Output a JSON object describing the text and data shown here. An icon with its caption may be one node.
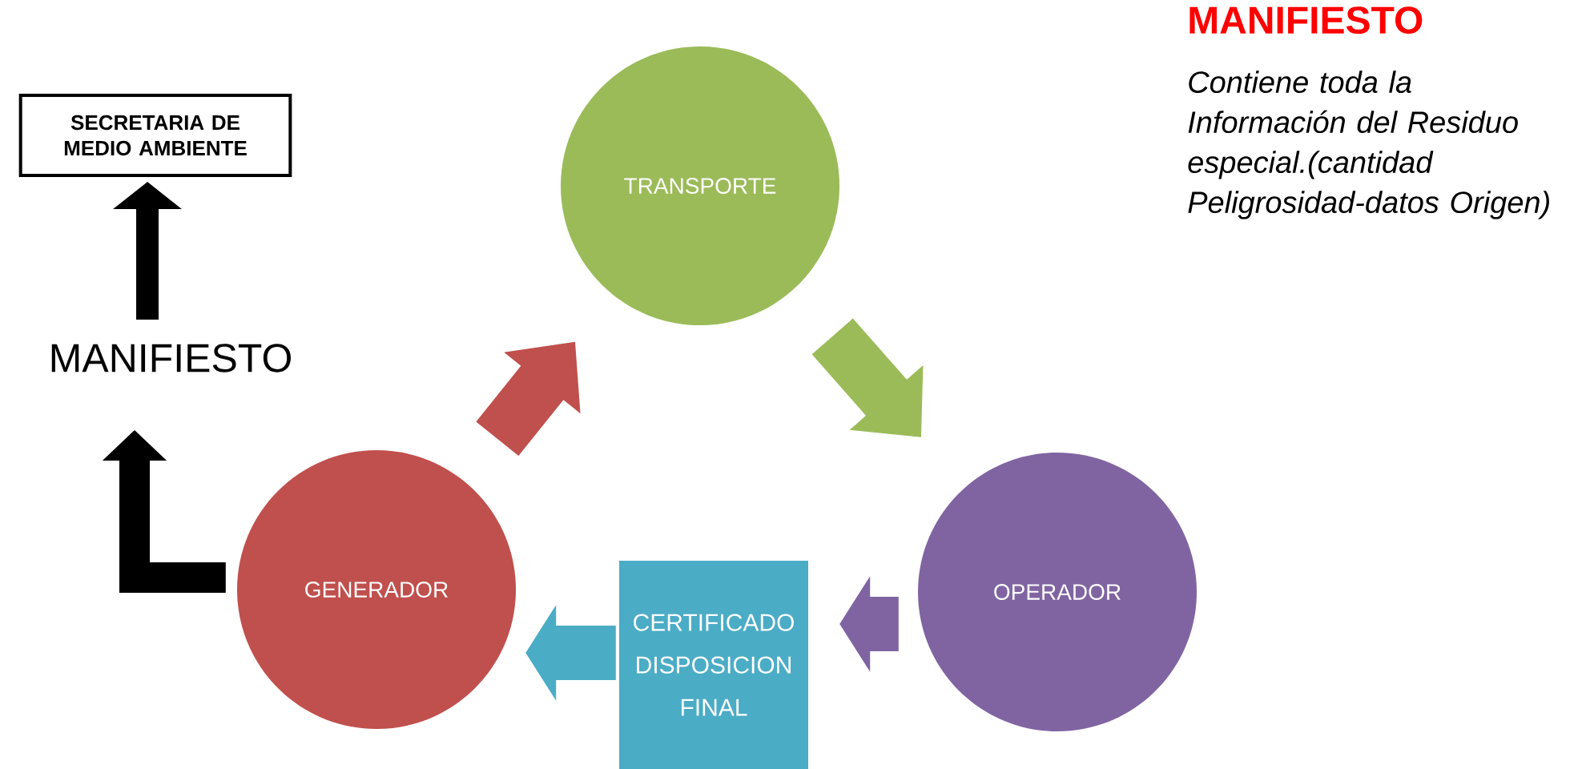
{
  "diagram": {
    "nodes": [
      {
        "text": [
          "SECRETARIA DE MEDIO AMBIENTE"
        ]
      },
      {
        "text": [
          "MANIFIESTO"
        ]
      },
      {
        "text": [
          "TRANSPORTE"
        ]
      },
      {
        "text": [
          "OPERADOR"
        ]
      },
      {
        "text": [
          "CERTIFICADO DISPOSICION FINAL"
        ]
      },
      {
        "text": [
          "GENERADOR"
        ]
      }
    ],
    "edges": [
      {
        "from": 5,
        "to": 2,
        "arrow": "to",
        "color": "#c0504d"
      },
      {
        "from": 2,
        "to": 3,
        "arrow": "to",
        "color": "#9bbb59"
      },
      {
        "from": 3,
        "to": 4,
        "arrow": "to",
        "color": "#8064a2"
      },
      {
        "from": 4,
        "to": 5,
        "arrow": "to",
        "color": "#4bacc6"
      },
      {
        "from": 5,
        "to": 1,
        "arrow": "to",
        "color": "#000000"
      },
      {
        "from": 1,
        "to": 0,
        "arrow": "to",
        "color": "#000000"
      }
    ],
    "labels": [
      "MANIFIESTO",
      "Contiene toda la Información del Residuo especial.(cantidad Peligrosidad-datos Origen)"
    ]
  }
}
